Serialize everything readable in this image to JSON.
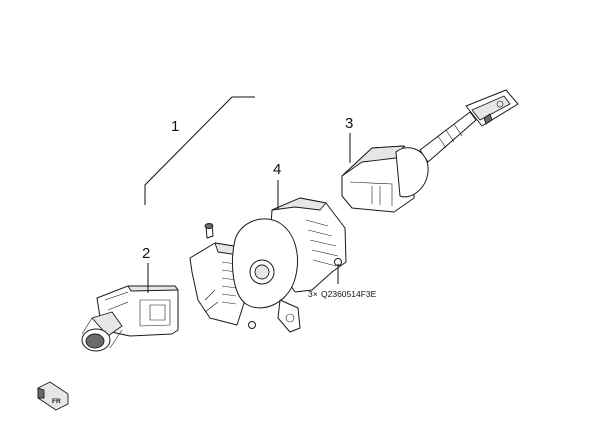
{
  "diagram": {
    "callouts": {
      "c1": "1",
      "c2": "2",
      "c3": "3",
      "c4": "4"
    },
    "note": "3×",
    "figure_code": "Q2360514F3E",
    "direction_label": "FR"
  }
}
